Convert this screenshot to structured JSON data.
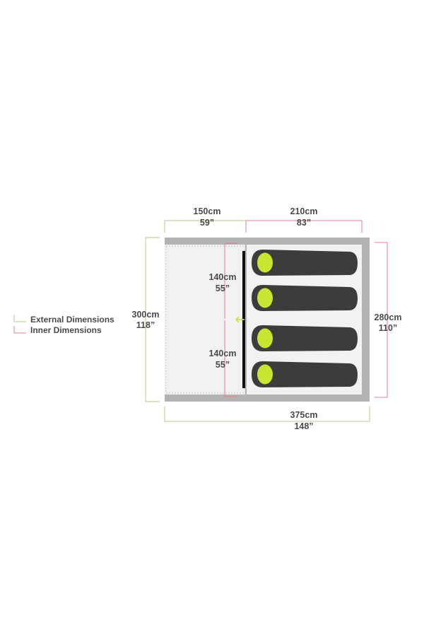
{
  "colors": {
    "external": "#b7c98f",
    "inner": "#e0808c",
    "accent": "#c7e62f",
    "wall": "#b3b3b3",
    "floor": "#f2f2f2",
    "bag": "#3c3c3c",
    "text": "#4a4a4a"
  },
  "legend": {
    "external": "External Dimensions",
    "inner": "Inner Dimensions"
  },
  "dimensions": {
    "porch_width": {
      "cm": "150cm",
      "in": "59”"
    },
    "inner_width": {
      "cm": "210cm",
      "in": "83”"
    },
    "external_height": {
      "cm": "300cm",
      "in": "118”"
    },
    "inner_height": {
      "cm": "280cm",
      "in": "110”"
    },
    "door_top": {
      "cm": "140cm",
      "in": "55”"
    },
    "door_bottom": {
      "cm": "140cm",
      "in": "55”"
    },
    "external_width": {
      "cm": "375cm",
      "in": "148”"
    }
  },
  "sleeping_bags": 4,
  "icons": [
    "sleeping-bag-icon",
    "arrow-left-icon"
  ]
}
